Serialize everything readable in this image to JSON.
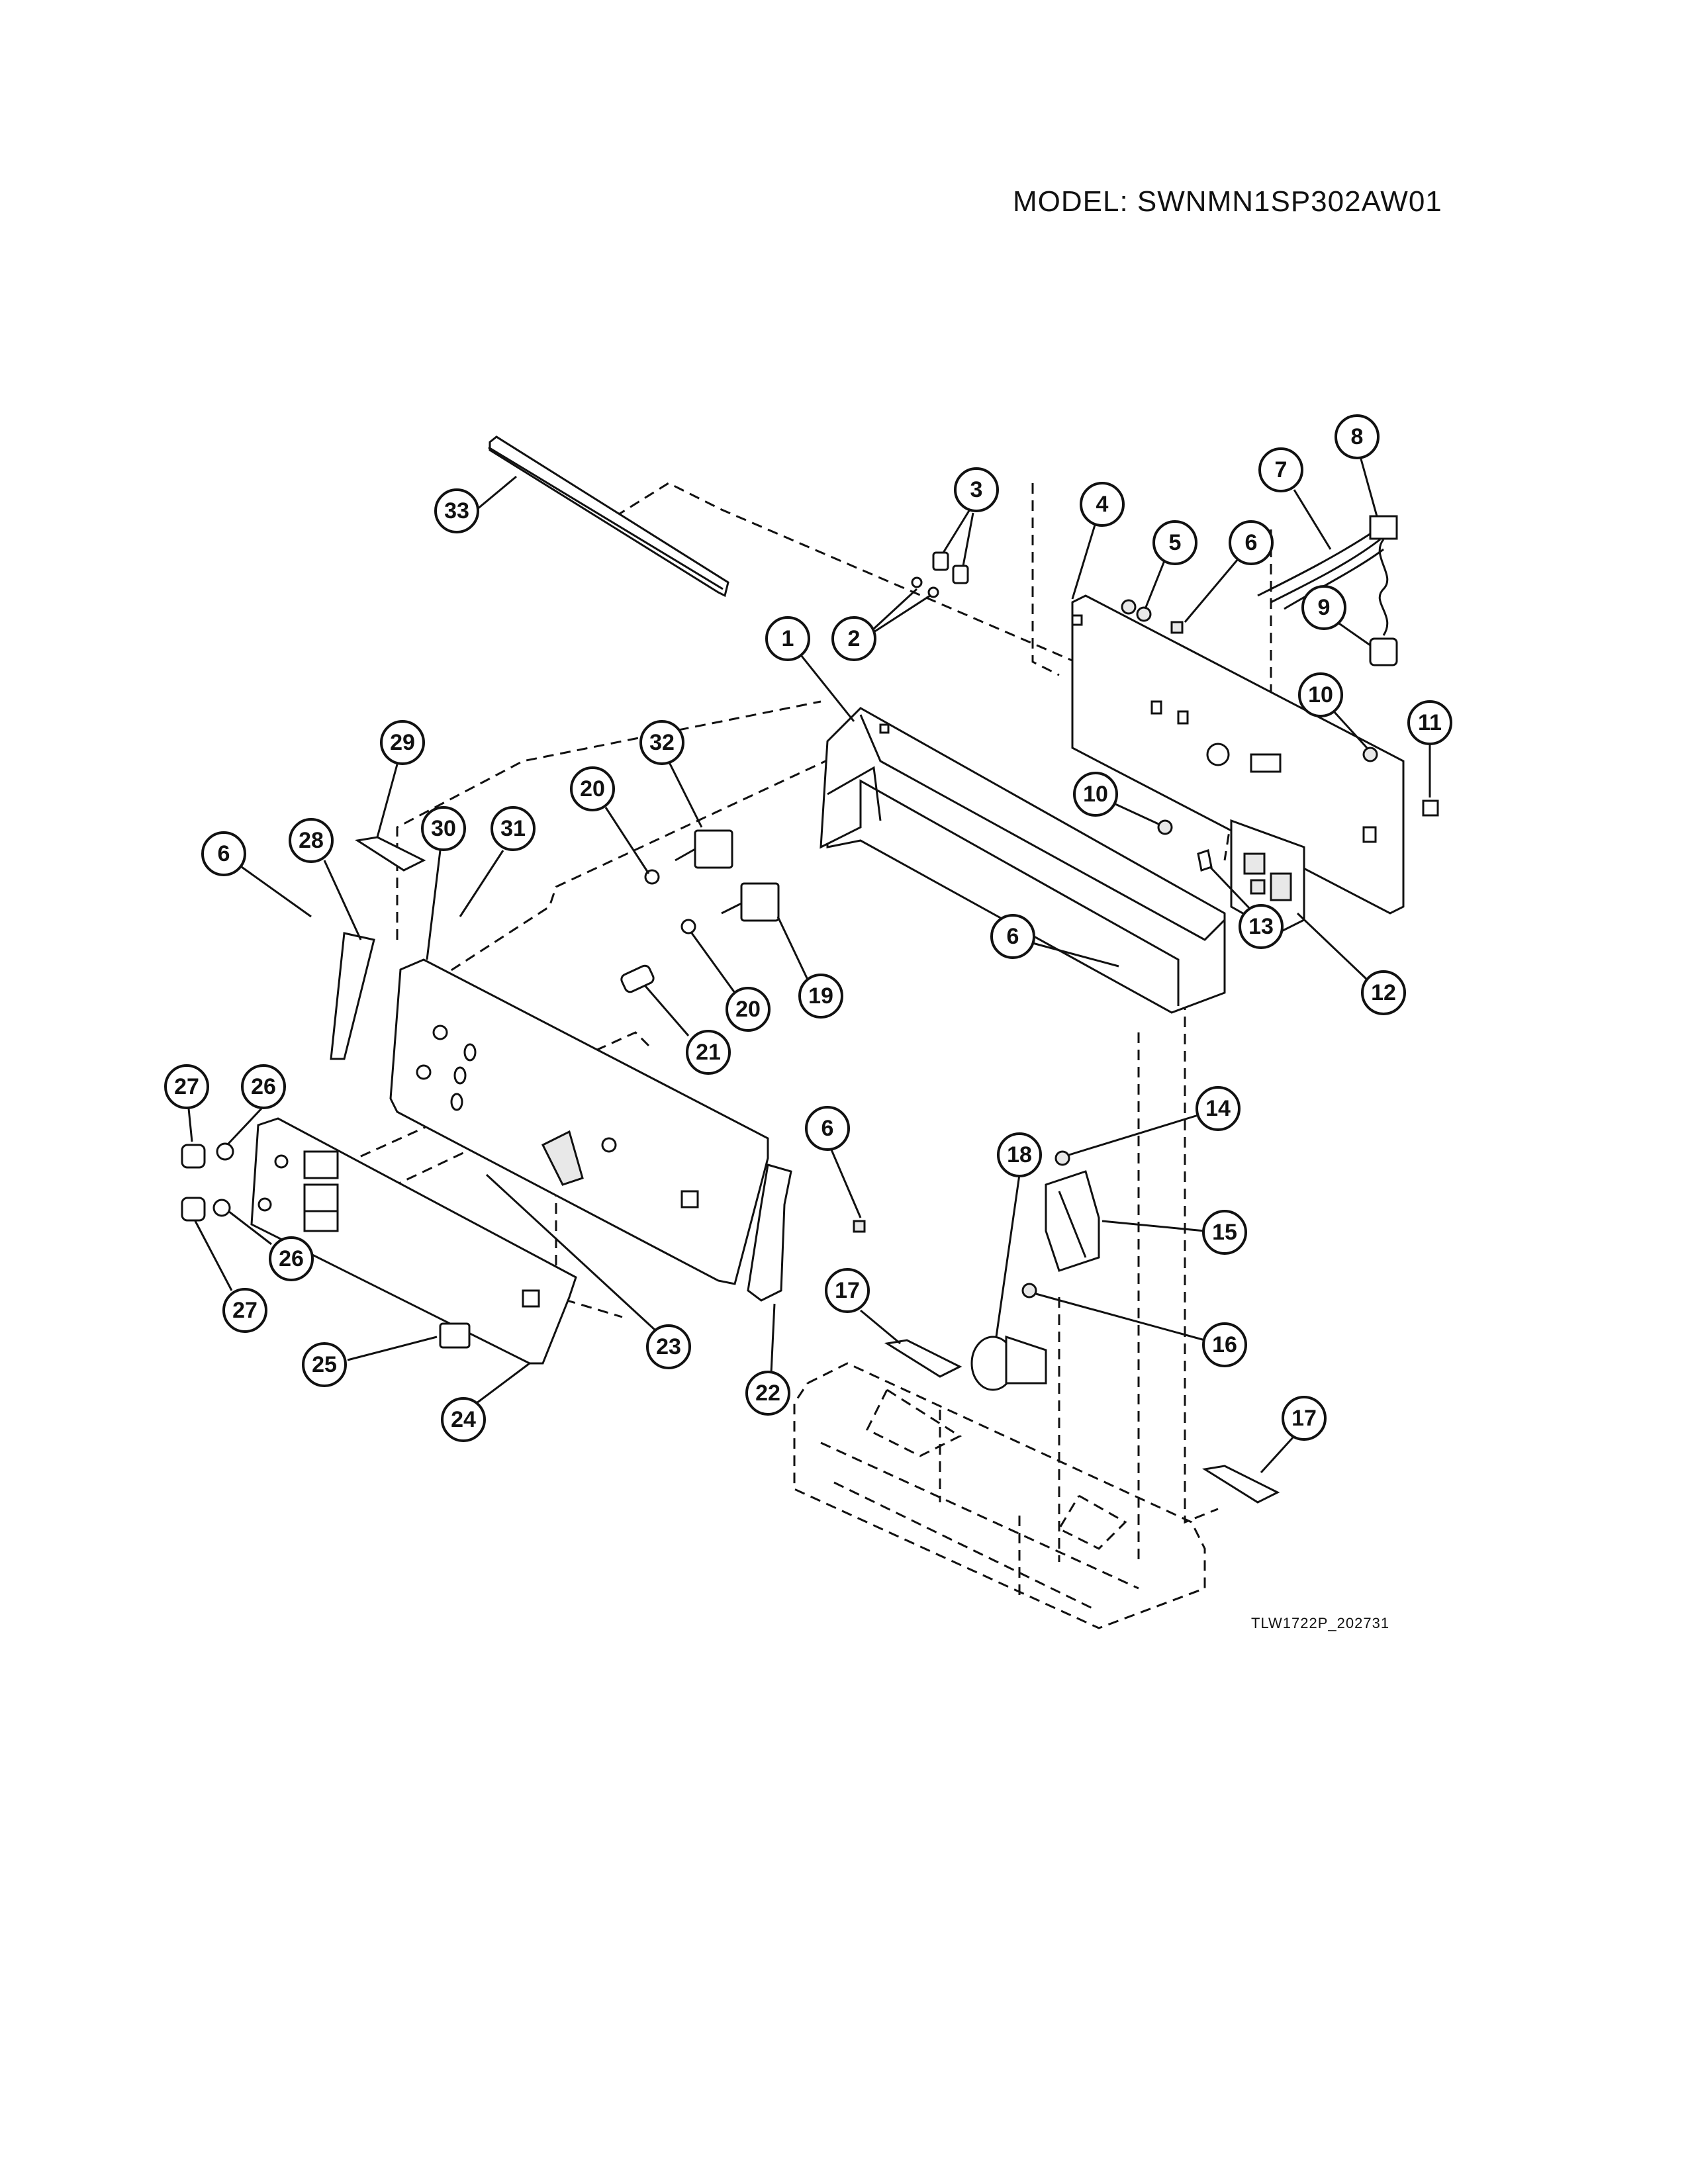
{
  "header": {
    "model_label": "MODEL: SWNMN1SP302AW01"
  },
  "footer": {
    "drawing_code": "TLW1722P_202731"
  },
  "callouts": [
    "1",
    "2",
    "3",
    "4",
    "5",
    "6",
    "7",
    "8",
    "9",
    "10",
    "10",
    "11",
    "12",
    "13",
    "14",
    "15",
    "16",
    "17",
    "17",
    "18",
    "19",
    "20",
    "20",
    "21",
    "22",
    "23",
    "24",
    "25",
    "26",
    "26",
    "27",
    "27",
    "28",
    "29",
    "30",
    "31",
    "32",
    "33",
    "6",
    "6",
    "6"
  ]
}
